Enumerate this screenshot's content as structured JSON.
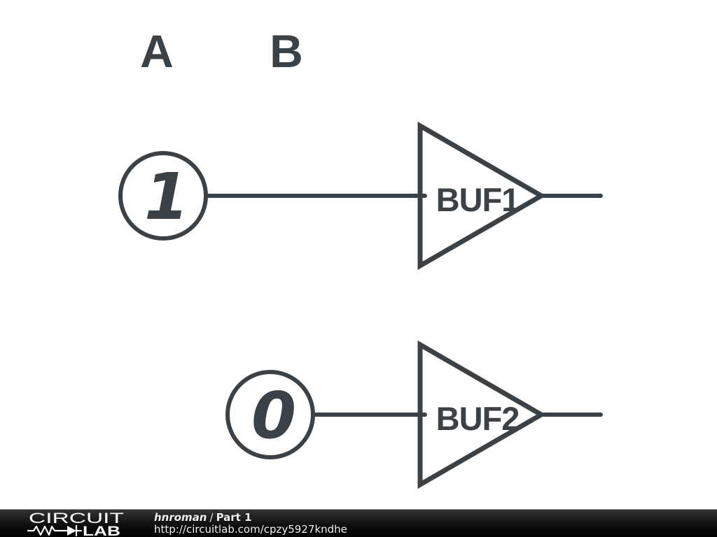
{
  "schematic": {
    "node_labels": {
      "a": "A",
      "b": "B"
    },
    "gates": [
      {
        "label": "BUF1",
        "input_value": "1"
      },
      {
        "label": "BUF2",
        "input_value": "0"
      }
    ],
    "colors": {
      "stroke": "#3a4147",
      "background": "#ffffff"
    }
  },
  "footer": {
    "logo": {
      "top": "CIRCUIT",
      "bottom": "LAB"
    },
    "author": "hnroman",
    "separator": "/",
    "title": "Part 1",
    "url": "http://circuitlab.com/cpzy5927kndhe",
    "colors": {
      "bar_background": "#000000",
      "bar_text": "#f2f2f2"
    }
  }
}
